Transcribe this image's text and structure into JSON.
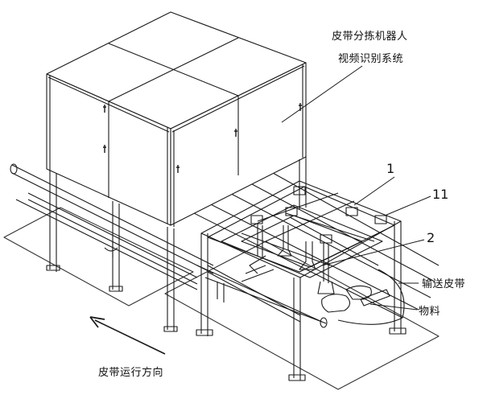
{
  "labels": {
    "sorting_robot": "皮带分拣机器人",
    "vision_system": "视频识别系统",
    "conveyor_belt": "输送皮带",
    "material": "物料",
    "belt_direction": "皮带运行方向",
    "ref_1": "1",
    "ref_11": "11",
    "ref_2": "2"
  },
  "colors": {
    "line": "#1a1a1a",
    "box_fill": "#ffffff",
    "floor_line": "#333333"
  }
}
